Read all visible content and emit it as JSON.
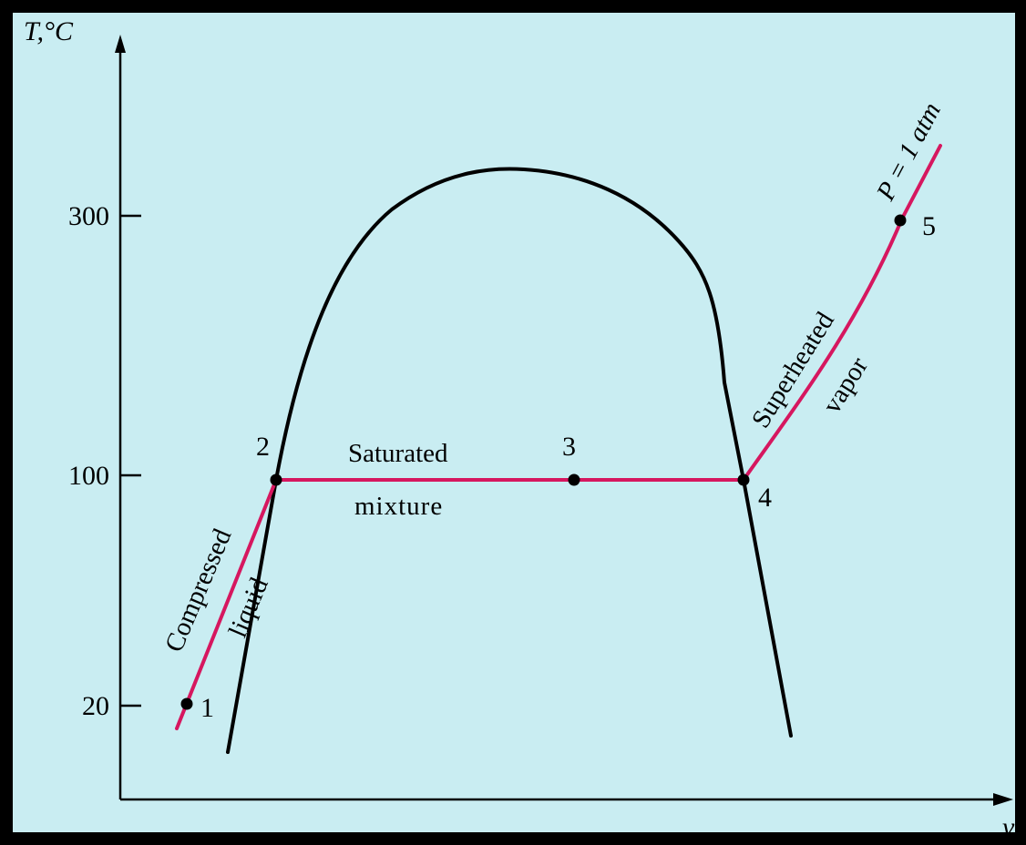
{
  "axes": {
    "y_label": "T,°C",
    "x_label": "v",
    "y_ticks": [
      "300",
      "100",
      "20"
    ]
  },
  "regions": {
    "compressed_liquid_line1": "Compressed",
    "compressed_liquid_line2": "liquid",
    "saturated_mixture_line1": "Saturated",
    "saturated_mixture_line2": "mixture",
    "superheated_vapor_line1": "Superheated",
    "superheated_vapor_line2": "vapor"
  },
  "isobar_label": "P = 1 atm",
  "points": [
    "1",
    "2",
    "3",
    "4",
    "5"
  ],
  "colors": {
    "background": "#c9edf2",
    "frame": "#000000",
    "process_line": "#d6175f",
    "dome": "#000000"
  }
}
